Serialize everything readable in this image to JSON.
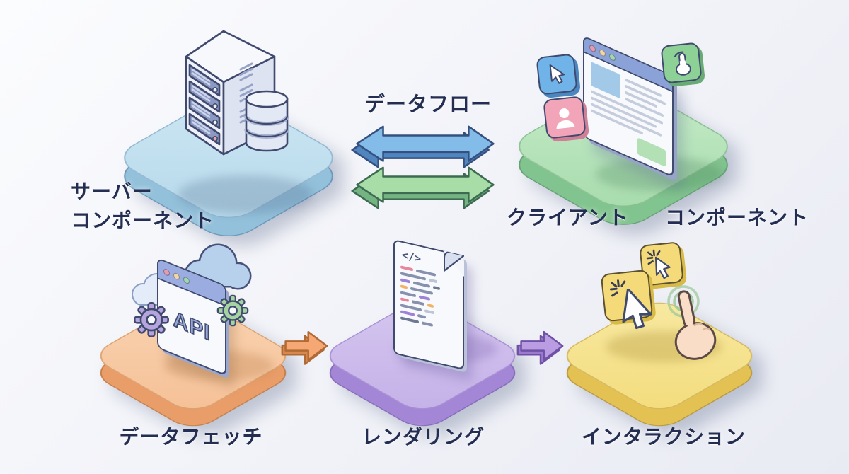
{
  "header": {
    "data_flow_label": "データフロー"
  },
  "nodes": {
    "server": {
      "label_line1": "サーバー",
      "label_line2": "コンポーネント"
    },
    "client": {
      "label_word1": "クライアント",
      "label_word2": "コンポーネント"
    },
    "data_fetch": {
      "label": "データフェッチ",
      "api_text": "API"
    },
    "rendering": {
      "label": "レンダリング",
      "code_glyph": "</>"
    },
    "interaction": {
      "label": "インタラクション"
    }
  },
  "icon_names": [
    "server-rack-icon",
    "database-icon",
    "browser-window-icon",
    "cursor-badge-icon",
    "user-badge-icon",
    "tap-badge-icon",
    "cloud-icon",
    "api-window-icon",
    "gear-icon",
    "code-document-icon",
    "click-badge-icon",
    "pointer-cursor-icon",
    "touch-hand-icon",
    "data-flow-arrow-icon",
    "step-arrow-icon"
  ],
  "colors": {
    "text": "#242e52",
    "ink": "#3f4a6e",
    "platform_blue_top": "#b5d8ea",
    "platform_blue_side": "#93c0da",
    "platform_green_top": "#a6dbac",
    "platform_green_side": "#82c48f",
    "platform_orange_top": "#f5c096",
    "platform_orange_side": "#e99d68",
    "platform_purple_top": "#c4b1e8",
    "platform_purple_side": "#a387d6",
    "platform_yellow_top": "#f3dc7c",
    "platform_yellow_side": "#e3c153",
    "arrow_blue": "#83bce9",
    "arrow_blue_depth": "#4f86bf",
    "arrow_green": "#a9dda8",
    "arrow_green_depth": "#74b483",
    "arrow_orange": "#f5a873",
    "arrow_orange_depth": "#d8884e",
    "arrow_purple": "#ba9ce2",
    "arrow_purple_depth": "#9c7bcf"
  }
}
